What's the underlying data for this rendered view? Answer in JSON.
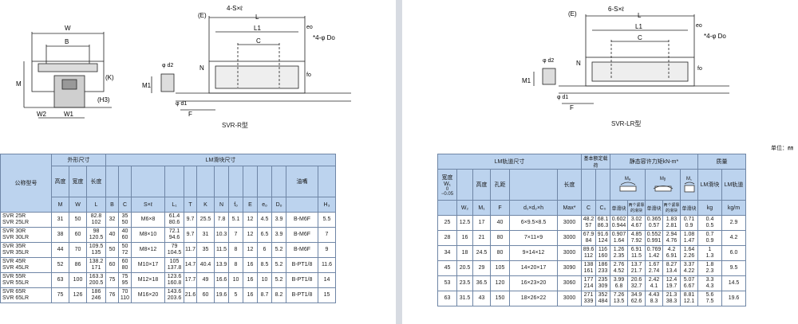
{
  "left": {
    "captions": {
      "r_type": "SVR-R型"
    },
    "drawing_labels": {
      "W": "W",
      "B": "B",
      "M": "M",
      "K": "(K)",
      "H3": "(H3)",
      "W2": "W2",
      "W1": "W1",
      "E": "(E)",
      "S": "4-S×ℓ",
      "L": "L",
      "L1": "L1",
      "C": "C",
      "eo": "eo",
      "Do": "*4-φ Do",
      "d2": "φ d2",
      "N": "N",
      "fo": "fo",
      "M1": "M1",
      "d1": "φ d1",
      "F": "F"
    },
    "table": {
      "headers": {
        "model": "公称型号",
        "outer": "外形尺寸",
        "block": "LM滑块尺寸",
        "height": "高度",
        "width": "宽度",
        "length": "长度",
        "M": "M",
        "W": "W",
        "L": "L",
        "B": "B",
        "C": "C",
        "Sxl": "S×ℓ",
        "L1": "L₁",
        "T": "T",
        "K": "K",
        "N": "N",
        "fo": "fₒ",
        "E": "E",
        "eo": "eₒ",
        "Do": "Dₒ",
        "nipple": "油嘴",
        "H3": "H₃"
      },
      "rows": [
        {
          "model": [
            "SVR  25R",
            "SVR  25LR"
          ],
          "M": "31",
          "W": "50",
          "L": [
            "82.8",
            "102"
          ],
          "B": "32",
          "C": [
            "35",
            "50"
          ],
          "S": "M6×8",
          "L1": [
            "61.4",
            "80.6"
          ],
          "T": "9.7",
          "K": "25.5",
          "N": "7.8",
          "fo": "5.1",
          "E": "12",
          "eo": "4.5",
          "Do": "3.9",
          "nipple": "B-M6F",
          "H3": "5.5"
        },
        {
          "model": [
            "SVR  30R",
            "SVR  30LR"
          ],
          "M": "38",
          "W": "60",
          "L": [
            "98",
            "120.5"
          ],
          "B": "40",
          "C": [
            "40",
            "60"
          ],
          "S": "M8×10",
          "L1": [
            "72.1",
            "94.6"
          ],
          "T": "9.7",
          "K": "31",
          "N": "10.3",
          "fo": "7",
          "E": "12",
          "eo": "6.5",
          "Do": "3.9",
          "nipple": "B-M6F",
          "H3": "7"
        },
        {
          "model": [
            "SVR  35R",
            "SVR  35LR"
          ],
          "M": "44",
          "W": "70",
          "L": [
            "109.5",
            "135"
          ],
          "B": "50",
          "C": [
            "50",
            "72"
          ],
          "S": "M8×12",
          "L1": [
            "79",
            "104.5"
          ],
          "T": "11.7",
          "K": "35",
          "N": "11.5",
          "fo": "8",
          "E": "12",
          "eo": "6",
          "Do": "5.2",
          "nipple": "B-M6F",
          "H3": "9"
        },
        {
          "model": [
            "SVR  45R",
            "SVR  45LR"
          ],
          "M": "52",
          "W": "86",
          "L": [
            "138.2",
            "171"
          ],
          "B": "60",
          "C": [
            "60",
            "80"
          ],
          "S": "M10×17",
          "L1": [
            "105",
            "137.8"
          ],
          "T": "14.7",
          "K": "40.4",
          "N": "13.9",
          "fo": "8",
          "E": "16",
          "eo": "8.5",
          "Do": "5.2",
          "nipple": "B-PT1/8",
          "H3": "11.6"
        },
        {
          "model": [
            "SVR  55R",
            "SVR  55LR"
          ],
          "M": "63",
          "W": "100",
          "L": [
            "163.3",
            "200.5"
          ],
          "B": "75",
          "C": [
            "75",
            "95"
          ],
          "S": "M12×18",
          "L1": [
            "123.6",
            "160.8"
          ],
          "T": "17.7",
          "K": "49",
          "N": "16.6",
          "fo": "10",
          "E": "16",
          "eo": "10",
          "Do": "5.2",
          "nipple": "B-PT1/8",
          "H3": "14"
        },
        {
          "model": [
            "SVR  65R",
            "SVR  65LR"
          ],
          "M": "75",
          "W": "126",
          "L": [
            "186",
            "246"
          ],
          "B": "76",
          "C": [
            "70",
            "110"
          ],
          "S": "M16×20",
          "L1": [
            "143.6",
            "203.6"
          ],
          "T": "21.6",
          "K": "60",
          "N": "19.6",
          "fo": "5",
          "E": "16",
          "eo": "8.7",
          "Do": "8.2",
          "nipple": "B-PT1/8",
          "H3": "15"
        }
      ]
    }
  },
  "right": {
    "captions": {
      "lr_type": "SVR-LR型",
      "unit": "单位：㎜"
    },
    "drawing_labels": {
      "E": "(E)",
      "S": "6-S×ℓ",
      "L": "L",
      "L1": "L1",
      "C": "C",
      "eo": "eo",
      "Do": "*4-φ Do",
      "d2": "φ d2",
      "N": "N",
      "fo": "fo",
      "M1": "M1",
      "d1": "φ d1",
      "F": "F"
    },
    "table": {
      "headers": {
        "rail": "LM轨道尺寸",
        "basic_load": "基本额定载荷",
        "static_moment": "静态容许力矩kN-m*",
        "mass": "质量",
        "width": "宽度",
        "w1": "W₁",
        "w1_tol": "0\n−0.05",
        "height": "高度",
        "pitch": "孔距",
        "length": "长度",
        "W2": "W₂",
        "M1": "M₁",
        "F": "F",
        "bolt": "d₁×d₂×h",
        "max": "Max*",
        "C": "C",
        "C0": "C₀",
        "kN": "kN",
        "MA": "Mₐ",
        "MB": "Mᵦ",
        "MC": "M꜀",
        "single": "单滑块",
        "double": "两个紧靠的滑块",
        "block": "LM滑块",
        "rail_mass": "LM轨道",
        "kg": "kg",
        "kgm": "kg/m"
      },
      "rows": [
        {
          "W1": "25",
          "W2": "12.5",
          "M1": "17",
          "F": "40",
          "bolt": "6×9.5×8.5",
          "max": "3000",
          "C": [
            "48.2",
            "57"
          ],
          "C0": [
            "68.1",
            "86.3"
          ],
          "MA1": [
            "0.602",
            "0.944"
          ],
          "MA2": [
            "3.02",
            "4.67"
          ],
          "MB1": [
            "0.365",
            "0.57"
          ],
          "MB2": [
            "1.83",
            "2.81"
          ],
          "MC": [
            "0.71",
            "0.9"
          ],
          "kg": [
            "0.4",
            "0.5"
          ],
          "kgm": "2.9"
        },
        {
          "W1": "28",
          "W2": "16",
          "M1": "21",
          "F": "80",
          "bolt": "7×11×9",
          "max": "3000",
          "C": [
            "67.9",
            "84"
          ],
          "C0": [
            "91.6",
            "124"
          ],
          "MA1": [
            "0.907",
            "1.64"
          ],
          "MA2": [
            "4.85",
            "7.92"
          ],
          "MB1": [
            "0.552",
            "0.991"
          ],
          "MB2": [
            "2.94",
            "4.76"
          ],
          "MC": [
            "1.08",
            "1.47"
          ],
          "kg": [
            "0.7",
            "0.9"
          ],
          "kgm": "4.2"
        },
        {
          "W1": "34",
          "W2": "18",
          "M1": "24.5",
          "F": "80",
          "bolt": "9×14×12",
          "max": "3000",
          "C": [
            "89.6",
            "112"
          ],
          "C0": [
            "116",
            "160"
          ],
          "MA1": [
            "1.26",
            "2.35"
          ],
          "MA2": [
            "6.91",
            "11.5"
          ],
          "MB1": [
            "0.769",
            "1.42"
          ],
          "MB2": [
            "4.2",
            "6.91"
          ],
          "MC": [
            "1.64",
            "2.26"
          ],
          "kg": [
            "1",
            "1.3"
          ],
          "kgm": "6.0"
        },
        {
          "W1": "45",
          "W2": "20.5",
          "M1": "29",
          "F": "105",
          "bolt": "14×20×17",
          "max": "3090",
          "C": [
            "138",
            "161"
          ],
          "C0": [
            "186",
            "233"
          ],
          "MA1": [
            "2.76",
            "4.52"
          ],
          "MA2": [
            "13.7",
            "21.7"
          ],
          "MB1": [
            "1.67",
            "2.74"
          ],
          "MB2": [
            "8.27",
            "13.4"
          ],
          "MC": [
            "3.37",
            "4.22"
          ],
          "kg": [
            "1.8",
            "2.3"
          ],
          "kgm": "9.5"
        },
        {
          "W1": "53",
          "W2": "23.5",
          "M1": "36.5",
          "F": "120",
          "bolt": "16×23×20",
          "max": "3060",
          "C": [
            "177",
            "214"
          ],
          "C0": [
            "235",
            "309"
          ],
          "MA1": [
            "3.99",
            "6.8"
          ],
          "MA2": [
            "20.6",
            "32.7"
          ],
          "MB1": [
            "2.42",
            "4.1"
          ],
          "MB2": [
            "12.4",
            "19.7"
          ],
          "MC": [
            "5.07",
            "6.67"
          ],
          "kg": [
            "3.3",
            "4.3"
          ],
          "kgm": "14.5"
        },
        {
          "W1": "63",
          "W2": "31.5",
          "M1": "43",
          "F": "150",
          "bolt": "18×26×22",
          "max": "3000",
          "C": [
            "271",
            "339"
          ],
          "C0": [
            "352",
            "484"
          ],
          "MA1": [
            "7.26",
            "13.5"
          ],
          "MA2": [
            "34.9",
            "62.6"
          ],
          "MB1": [
            "4.43",
            "8.3"
          ],
          "MB2": [
            "21.3",
            "38.3"
          ],
          "MC": [
            "8.81",
            "12.1"
          ],
          "kg": [
            "5.6",
            "7.5"
          ],
          "kgm": "19.6"
        }
      ]
    }
  }
}
